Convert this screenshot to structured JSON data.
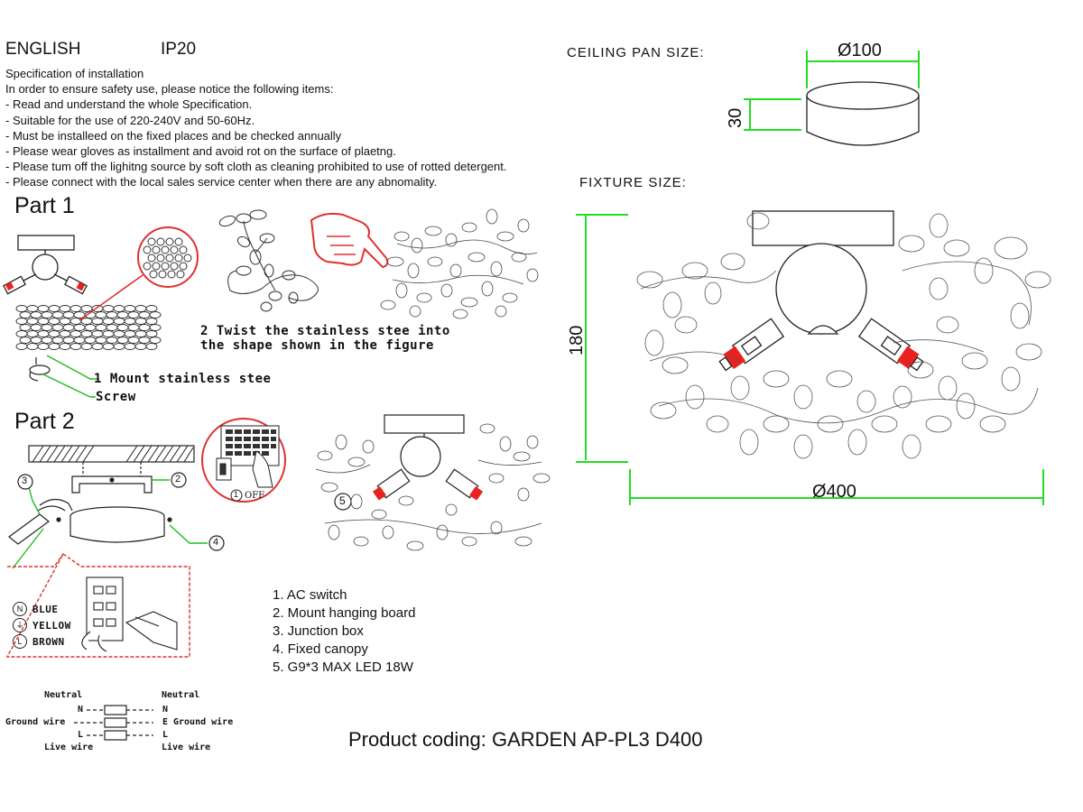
{
  "header": {
    "language": "ENGLISH",
    "ip_rating": "IP20"
  },
  "spec": {
    "title": "Specification of installation",
    "intro": "In order to ensure safety use, please notice the following items:",
    "items": [
      "- Read and understand the whole Specification.",
      "- Suitable for the use of 220-240V and 50-60Hz.",
      "- Must be installeed on the fixed places and be checked annually",
      "- Please wear gloves as installment and avoid rot on the surface of plaetng.",
      "- Please tum off the lighitng source by soft cloth as cleaning prohibited to use of rotted detergent.",
      "- Please connect with the local sales service center when there are any abnomality."
    ]
  },
  "part1": {
    "title": "Part 1",
    "step2_line1": "2 Twist the stainless stee  into",
    "step2_line2": "the shape shown in the figure",
    "step1": "1 Mount stainless stee",
    "screw": "Screw"
  },
  "part2": {
    "title": "Part 2",
    "callouts": [
      "3",
      "2",
      "4",
      "5"
    ],
    "switch_label": "OFF",
    "switch_num": "1",
    "wires": [
      {
        "symbol": "N",
        "label": "BLUE"
      },
      {
        "symbol": "⏚",
        "label": "YELLOW"
      },
      {
        "symbol": "L",
        "label": "BROWN"
      }
    ]
  },
  "legend": [
    "1. AC switch",
    "2. Mount hanging board",
    "3. Junction box",
    "4. Fixed canopy",
    "5. G9*3 MAX LED 18W"
  ],
  "wiring": {
    "neutral_left": "Neutral",
    "neutral_right": "Neutral",
    "ground_left": "Ground wire",
    "ground_right": "Ground wire",
    "live_left": "Live wire",
    "live_right": "Live wire",
    "n_left": "N",
    "n_right": "N",
    "e_right": "E",
    "l_left": "L",
    "l_right": "L"
  },
  "ceiling_pan": {
    "label": "CEILING PAN  SIZE:",
    "diameter": "Ø100",
    "height": "30"
  },
  "fixture": {
    "label": "FIXTURE SIZE:",
    "height": "180",
    "diameter": "Ø400"
  },
  "product_coding": "Product coding: GARDEN AP-PL3 D400",
  "colors": {
    "dimension_line": "#22dd22",
    "callout_line": "#22bb22",
    "lamp_red": "#e8231f",
    "detail_red": "#e03030"
  }
}
